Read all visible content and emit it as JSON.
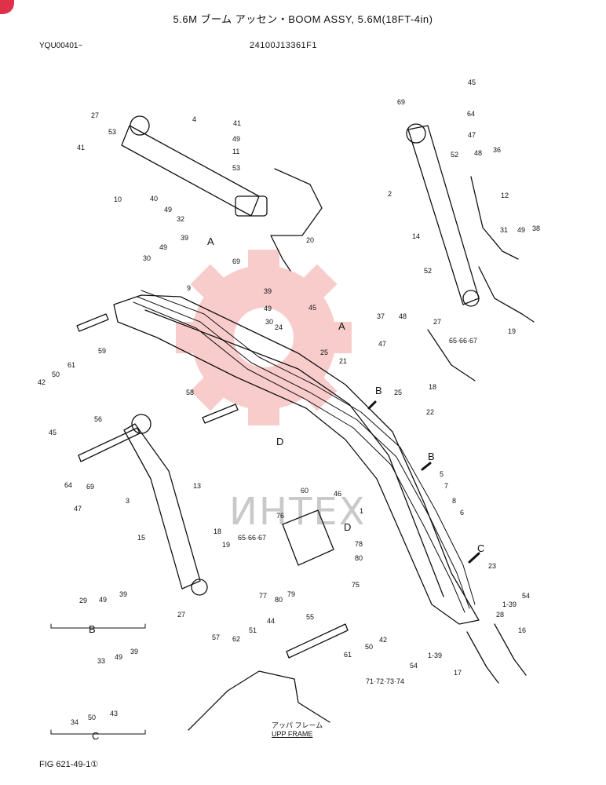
{
  "header": {
    "title": "5.6M ブーム アッセン・BOOM ASSY, 5.6M(18FT-4in)",
    "left_code": "YQU00401~",
    "part_number": "24100J13361F1"
  },
  "footer": {
    "figure_number": "FIG 621-49-1①"
  },
  "watermark": {
    "text": "ИНТЕХ",
    "color": "#f28b8b"
  },
  "section_markers": {
    "a": "A",
    "b": "B",
    "c": "C",
    "d": "D"
  },
  "callouts": [
    "45",
    "69",
    "64",
    "47",
    "48",
    "36",
    "52",
    "2",
    "12",
    "31",
    "49",
    "38",
    "27",
    "4",
    "41",
    "53",
    "49",
    "11",
    "53",
    "41",
    "10",
    "40",
    "49",
    "32",
    "20",
    "69",
    "39",
    "49",
    "30",
    "9",
    "39",
    "49",
    "30",
    "45",
    "24",
    "14",
    "52",
    "37",
    "48",
    "27",
    "65·66·67",
    "19",
    "25",
    "21",
    "47",
    "18",
    "25",
    "22",
    "59",
    "61",
    "50",
    "42",
    "58",
    "56",
    "45",
    "69",
    "64",
    "47",
    "3",
    "13",
    "15",
    "18",
    "19",
    "65·66·67",
    "27",
    "60",
    "46",
    "76",
    "78",
    "80",
    "75",
    "77",
    "80",
    "79",
    "1",
    "5",
    "7",
    "8",
    "6",
    "23",
    "28",
    "54",
    "1-39",
    "29",
    "49",
    "39",
    "55",
    "57",
    "62",
    "51",
    "44",
    "61",
    "50",
    "42",
    "1-39",
    "54",
    "71·72·73·74",
    "16",
    "17",
    "33",
    "49",
    "39",
    "34",
    "50",
    "43"
  ],
  "upp_frame": {
    "jp": "アッパ フレーム",
    "en": "UPP FRAME"
  }
}
